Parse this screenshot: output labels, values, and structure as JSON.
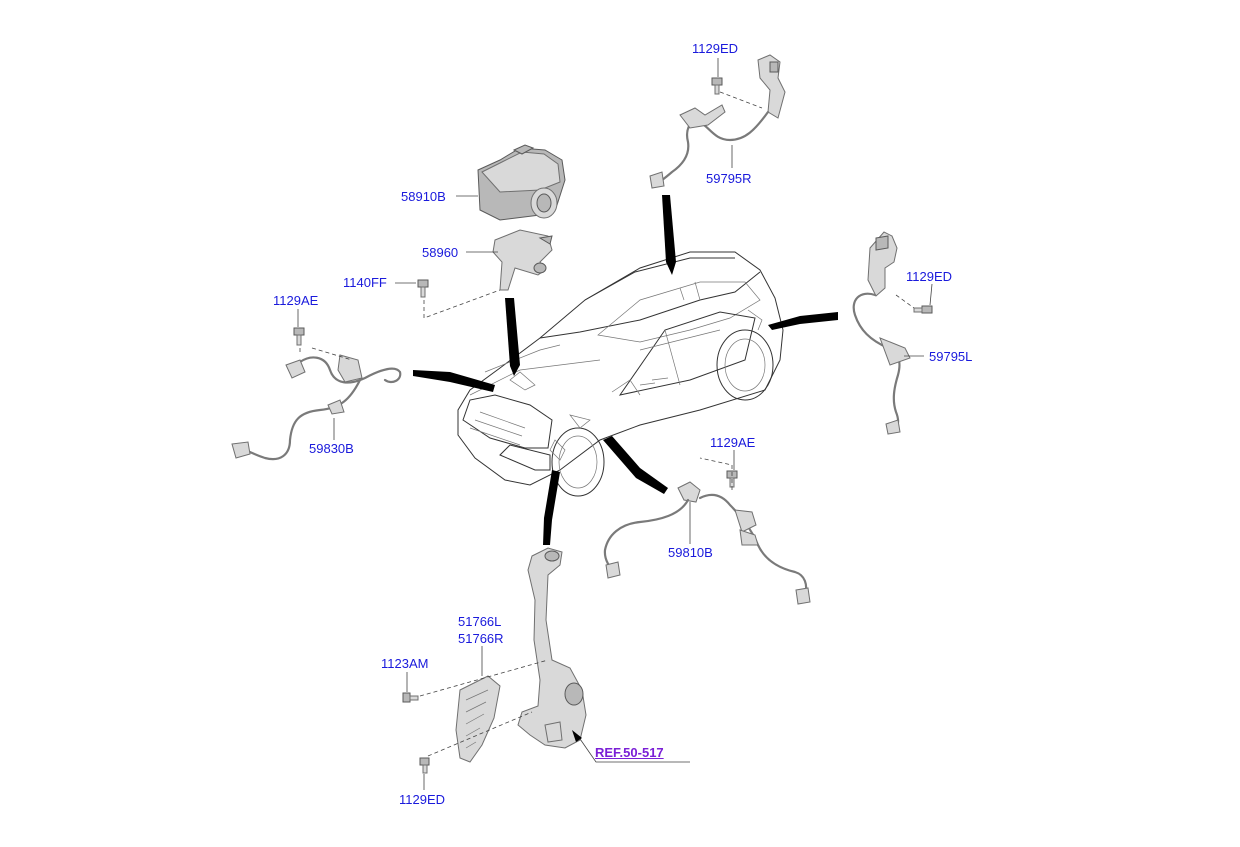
{
  "labels": {
    "hecu": "58910B",
    "bracket": "58960",
    "bolt_bracket": "1140FF",
    "bolt_front_left": "1129AE",
    "sensor_front_left": "59830B",
    "bolt_rear_right": "1129ED",
    "sensor_rear_right": "59795R",
    "bolt_rear_left": "1129ED",
    "sensor_rear_left": "59795L",
    "bolt_front_right": "1129AE",
    "sensor_front_right": "59810B",
    "tone_cover_l": "51766L",
    "tone_cover_r": "51766R",
    "bolt_knuckle_upper": "1123AM",
    "bolt_knuckle_lower": "1129ED",
    "ref": "REF.50-517"
  },
  "colors": {
    "label_blue": "#1a1adc",
    "ref_purple": "#7a1fd6",
    "part_gray": "#d9d9d9",
    "pointer_black": "#000000"
  }
}
